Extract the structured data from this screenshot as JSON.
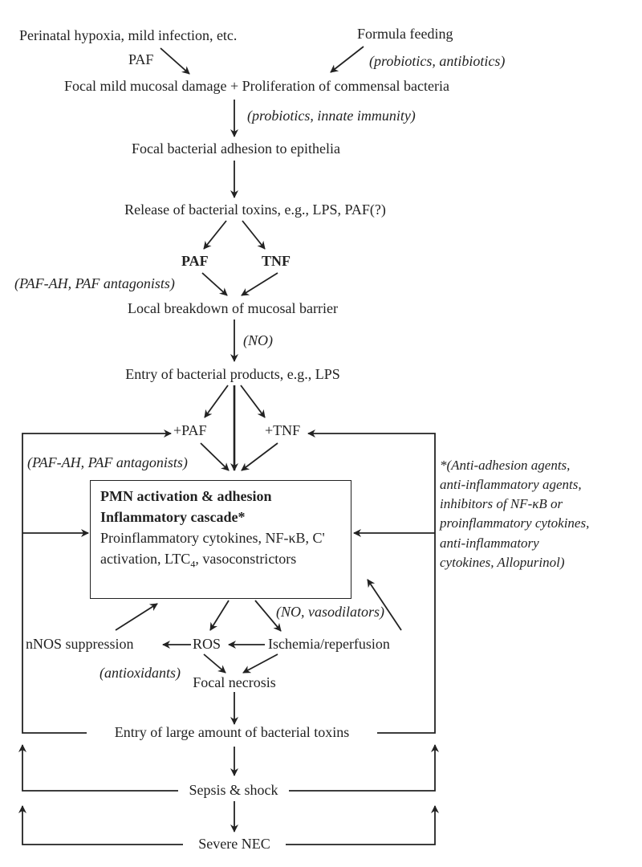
{
  "nodes": {
    "perinatal": "Perinatal hypoxia, mild infection, etc.",
    "formula": "Formula feeding",
    "paf_label_1": "PAF",
    "probiotics_antibiotics": "(probiotics, antibiotics)",
    "focal_damage": "Focal mild mucosal damage + Proliferation of commensal bacteria",
    "probiotics_innate": "(probiotics, innate immunity)",
    "focal_adhesion": "Focal bacterial adhesion to epithelia",
    "release_toxins": "Release of bacterial toxins, e.g., LPS, PAF(?)",
    "paf_2": "PAF",
    "tnf_1": "TNF",
    "pafah_1": "(PAF-AH, PAF antagonists)",
    "local_breakdown": "Local breakdown of mucosal barrier",
    "no_1": "(NO)",
    "entry_products": "Entry of bacterial products, e.g., LPS",
    "plus_paf": "+PAF",
    "plus_tnf": "+TNF",
    "pafah_2": "(PAF-AH, PAF antagonists)",
    "no_vasodilators": "(NO, vasodilators)",
    "nnos": "nNOS suppression",
    "ros": "ROS",
    "ischemia": "Ischemia/reperfusion",
    "antioxidants": "(antioxidants)",
    "focal_necrosis": "Focal necrosis",
    "entry_large": "Entry of large amount of bacterial toxins",
    "sepsis": "Sepsis & shock",
    "severe_nec": "Severe NEC"
  },
  "box": {
    "line1": "PMN activation & adhesion",
    "line2": "Inflammatory cascade*",
    "line3": "Proinflammatory cytokines, NF-κB, C'",
    "line4_a": "activation, LTC",
    "line4_sub": "4",
    "line4_b": ", vasoconstrictors"
  },
  "side_note": {
    "lines": [
      "*(Anti-adhesion agents,",
      "anti-inflammatory agents,",
      "inhibitors of NF-κB or",
      "proinflammatory cytokines,",
      "anti-inflammatory",
      "cytokines, Allopurinol)"
    ]
  }
}
